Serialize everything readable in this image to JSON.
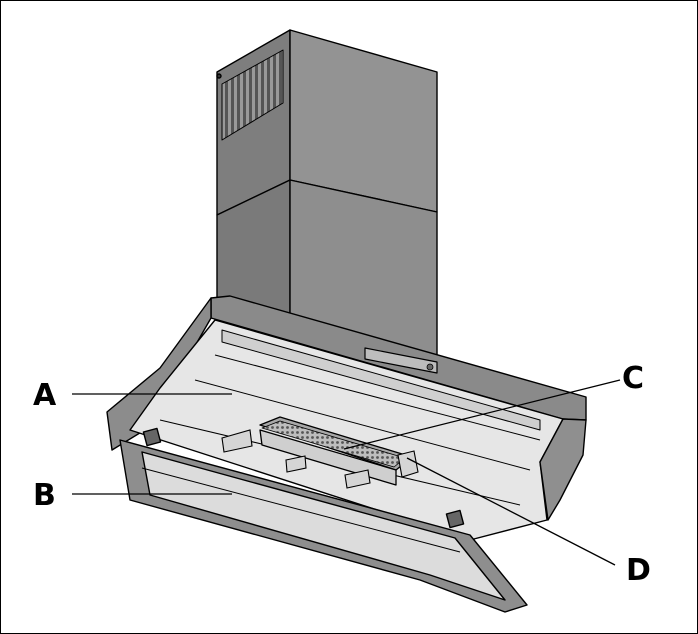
{
  "callouts": {
    "a": "A",
    "b": "B",
    "c": "C",
    "d": "D"
  },
  "colors": {
    "line": "#000000",
    "chimney_light": "#8f8f8f",
    "chimney_dark": "#7a7a7a",
    "canopy_gray": "#8c8c8c",
    "canopy_light": "#d9d9d9",
    "filter_gray": "#a8a8a8",
    "panel_light": "#e6e6e6"
  }
}
